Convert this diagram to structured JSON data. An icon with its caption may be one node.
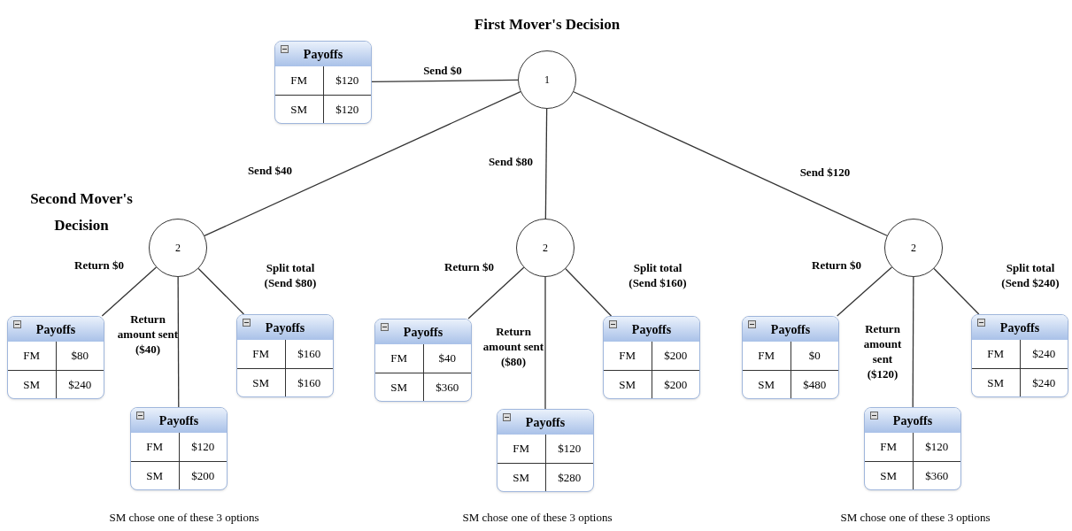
{
  "diagram": {
    "nodes": [
      {
        "text": [
          "1"
        ]
      },
      {
        "text": [
          "Payoffs",
          "FM",
          "$120",
          "SM",
          "$120"
        ]
      },
      {
        "text": [
          "2"
        ]
      },
      {
        "text": [
          "2"
        ]
      },
      {
        "text": [
          "2"
        ]
      },
      {
        "text": [
          "Payoffs",
          "FM",
          "$80",
          "SM",
          "$240"
        ]
      },
      {
        "text": [
          "Payoffs",
          "FM",
          "$120",
          "SM",
          "$200"
        ]
      },
      {
        "text": [
          "Payoffs",
          "FM",
          "$160",
          "SM",
          "$160"
        ]
      },
      {
        "text": [
          "Payoffs",
          "FM",
          "$40",
          "SM",
          "$360"
        ]
      },
      {
        "text": [
          "Payoffs",
          "FM",
          "$120",
          "SM",
          "$280"
        ]
      },
      {
        "text": [
          "Payoffs",
          "FM",
          "$200",
          "SM",
          "$200"
        ]
      },
      {
        "text": [
          "Payoffs",
          "FM",
          "$0",
          "SM",
          "$480"
        ]
      },
      {
        "text": [
          "Payoffs",
          "FM",
          "$120",
          "SM",
          "$360"
        ]
      },
      {
        "text": [
          "Payoffs",
          "FM",
          "$240",
          "SM",
          "$240"
        ]
      }
    ],
    "edges": [
      {
        "from": 0,
        "to": 1,
        "arrow": "none",
        "label": "Send $0"
      },
      {
        "from": 0,
        "to": 2,
        "arrow": "none",
        "label": "Send $40"
      },
      {
        "from": 0,
        "to": 3,
        "arrow": "none",
        "label": "Send $80"
      },
      {
        "from": 0,
        "to": 4,
        "arrow": "none",
        "label": "Send $120"
      },
      {
        "from": 2,
        "to": 5,
        "arrow": "none",
        "label": "Return $0"
      },
      {
        "from": 2,
        "to": 6,
        "arrow": "none",
        "label": "Return amount sent ($40)"
      },
      {
        "from": 2,
        "to": 7,
        "arrow": "none",
        "label": "Split total (Send $80)"
      },
      {
        "from": 3,
        "to": 8,
        "arrow": "none",
        "label": "Return $0"
      },
      {
        "from": 3,
        "to": 9,
        "arrow": "none",
        "label": "Return amount sent ($80)"
      },
      {
        "from": 3,
        "to": 10,
        "arrow": "none",
        "label": "Split total (Send $160)"
      },
      {
        "from": 4,
        "to": 11,
        "arrow": "none",
        "label": "Return $0"
      },
      {
        "from": 4,
        "to": 12,
        "arrow": "none",
        "label": "Return amount sent ($120)"
      },
      {
        "from": 4,
        "to": 13,
        "arrow": "none",
        "label": "Split total (Send $240)"
      }
    ],
    "labels": [
      "First Mover's Decision",
      "Second Mover's Decision",
      "SM chose one of these 3 options",
      "SM chose one of these 3 options",
      "SM chose one of these 3 options"
    ]
  }
}
